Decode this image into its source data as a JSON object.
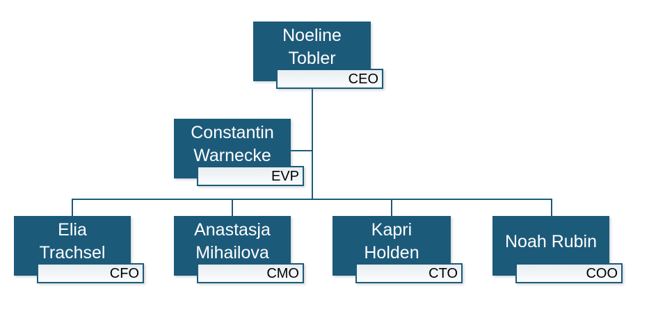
{
  "diagram": {
    "type": "org-chart",
    "background": "#FFFFFF",
    "colors": {
      "node_fill": "#1C5A7A",
      "node_text": "#FFFFFF",
      "tag_fill_top": "#E7EDF1",
      "tag_fill_bottom": "#FBFDFE",
      "tag_border": "#1C5A7A",
      "tag_text": "#000000",
      "connector": "#1C5A7A"
    },
    "nodes": [
      {
        "id": "ceo",
        "name": "Noeline Tobler",
        "name_lines": [
          "Noeline",
          "Tobler"
        ],
        "title": "CEO",
        "reports_to": null
      },
      {
        "id": "evp",
        "name": "Constantin Warnecke",
        "name_lines": [
          "Constantin",
          "Warnecke"
        ],
        "title": "EVP",
        "reports_to": "ceo"
      },
      {
        "id": "cfo",
        "name": "Elia Trachsel",
        "name_lines": [
          "Elia",
          "Trachsel"
        ],
        "title": "CFO",
        "reports_to": "ceo"
      },
      {
        "id": "cmo",
        "name": "Anastasja Mihailova",
        "name_lines": [
          "Anastasja",
          "Mihailova"
        ],
        "title": "CMO",
        "reports_to": "ceo"
      },
      {
        "id": "cto",
        "name": "Kapri Holden",
        "name_lines": [
          "Kapri",
          "Holden"
        ],
        "title": "CTO",
        "reports_to": "ceo"
      },
      {
        "id": "coo",
        "name": "Noah Rubin",
        "name_lines": [
          "Noah Rubin"
        ],
        "title": "COO",
        "reports_to": "ceo"
      }
    ]
  }
}
